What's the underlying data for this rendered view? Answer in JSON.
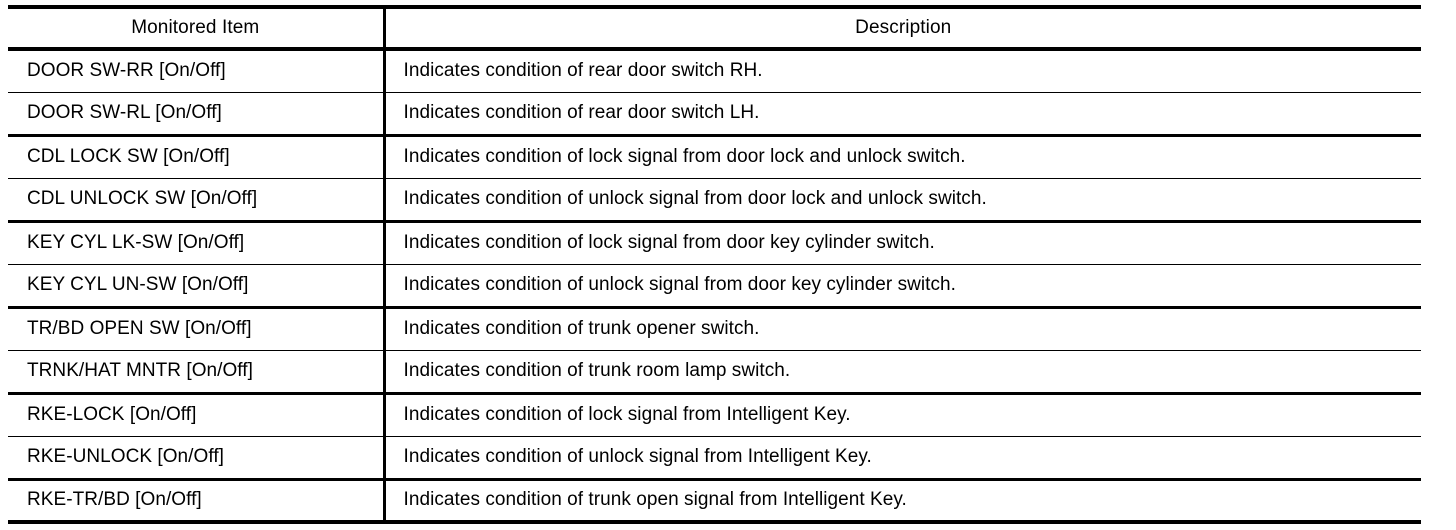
{
  "table": {
    "columns": [
      {
        "key": "item",
        "header": "Monitored Item"
      },
      {
        "key": "description",
        "header": "Description"
      }
    ],
    "rows": [
      {
        "item": "DOOR SW-RR [On/Off]",
        "description": "Indicates condition of rear door switch RH."
      },
      {
        "item": "DOOR SW-RL [On/Off]",
        "description": "Indicates condition of rear door switch LH."
      },
      {
        "item": "CDL LOCK SW [On/Off]",
        "description": "Indicates condition of lock signal from door lock and unlock switch."
      },
      {
        "item": "CDL UNLOCK SW [On/Off]",
        "description": "Indicates condition of unlock signal from door lock and unlock switch."
      },
      {
        "item": "KEY CYL LK-SW [On/Off]",
        "description": "Indicates condition of lock signal from door key cylinder switch."
      },
      {
        "item": "KEY CYL UN-SW [On/Off]",
        "description": "Indicates condition of unlock signal from door key cylinder switch."
      },
      {
        "item": "TR/BD OPEN SW [On/Off]",
        "description": "Indicates condition of trunk opener switch."
      },
      {
        "item": "TRNK/HAT MNTR [On/Off]",
        "description": "Indicates condition of trunk room lamp switch."
      },
      {
        "item": "RKE-LOCK [On/Off]",
        "description": "Indicates condition of lock signal from Intelligent Key."
      },
      {
        "item": "RKE-UNLOCK [On/Off]",
        "description": "Indicates condition of unlock signal from Intelligent Key."
      },
      {
        "item": "RKE-TR/BD [On/Off]",
        "description": "Indicates condition of trunk open signal from Intelligent Key."
      }
    ]
  },
  "style": {
    "text_color": "#000000",
    "background_color": "#ffffff",
    "rule_color": "#000000"
  }
}
